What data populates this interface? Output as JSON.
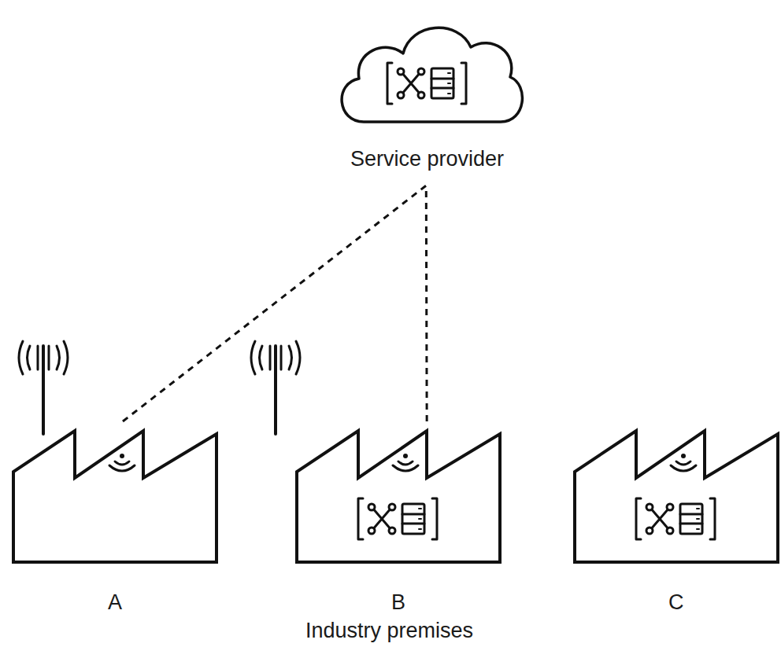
{
  "diagram": {
    "nodes": [
      {
        "text": [
          "Service provider"
        ]
      },
      {
        "text": [
          "A"
        ]
      },
      {
        "text": [
          "B"
        ]
      },
      {
        "text": [
          "C"
        ]
      }
    ],
    "edges": [
      {
        "from": 1,
        "to": 0,
        "arrow": "none"
      },
      {
        "from": 2,
        "to": 0,
        "arrow": "none"
      }
    ],
    "labels": [
      "Industry premises"
    ]
  }
}
